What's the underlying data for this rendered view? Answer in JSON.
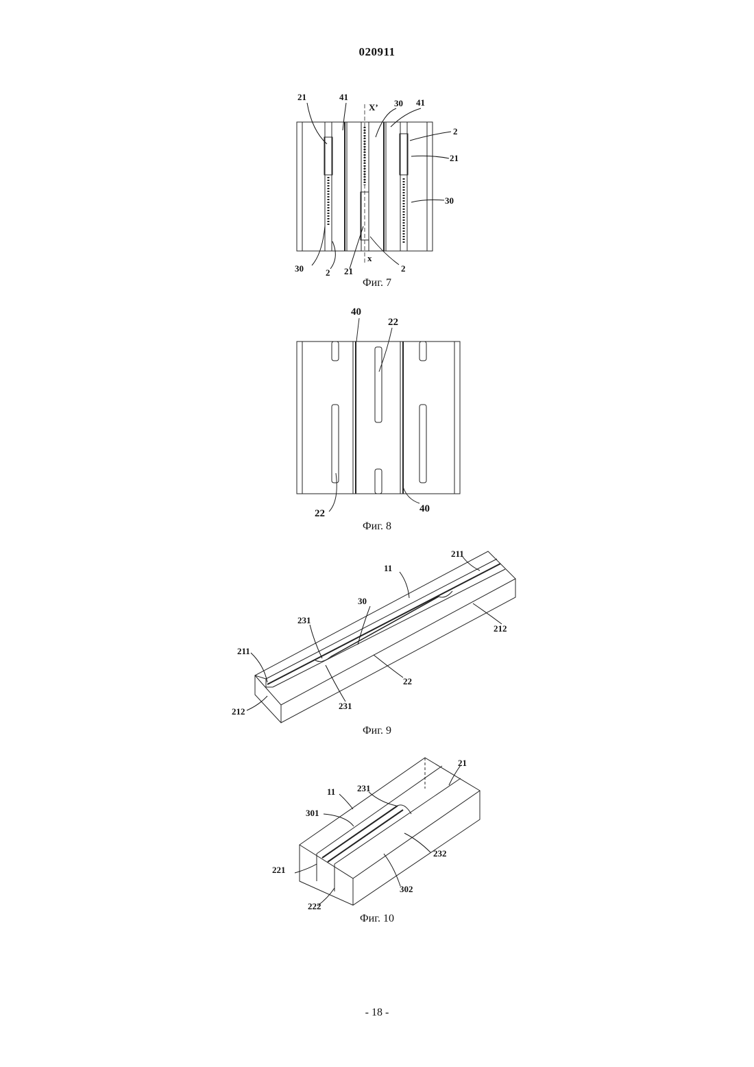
{
  "document": {
    "header": "020911",
    "page_number": "- 18 -"
  },
  "fig7": {
    "caption": "Фиг. 7",
    "labels": {
      "l21_tl": "21",
      "l41_tl": "41",
      "lX_top": "X’",
      "l30_top": "30",
      "l41_tr": "41",
      "l2_r": "2",
      "l21_r": "21",
      "l30_r": "30",
      "l30_bl": "30",
      "l2_bl": "2",
      "l21_b": "21",
      "lX_bot": "x",
      "l2_b": "2"
    }
  },
  "fig8": {
    "caption": "Фиг. 8",
    "labels": {
      "l40_top": "40",
      "l22_top": "22",
      "l22_bot": "22",
      "l40_bot": "40"
    }
  },
  "fig9": {
    "caption": "Фиг. 9",
    "labels": {
      "l211_tr": "211",
      "l11": "11",
      "l30": "30",
      "l212_r": "212",
      "l231_l": "231",
      "l211_l": "211",
      "l22": "22",
      "l231_b": "231",
      "l212_l": "212"
    }
  },
  "fig10": {
    "caption": "Фиг. 10",
    "labels": {
      "l21": "21",
      "l11": "11",
      "l231": "231",
      "l301": "301",
      "l232": "232",
      "l221": "221",
      "l302": "302",
      "l222": "222"
    }
  }
}
